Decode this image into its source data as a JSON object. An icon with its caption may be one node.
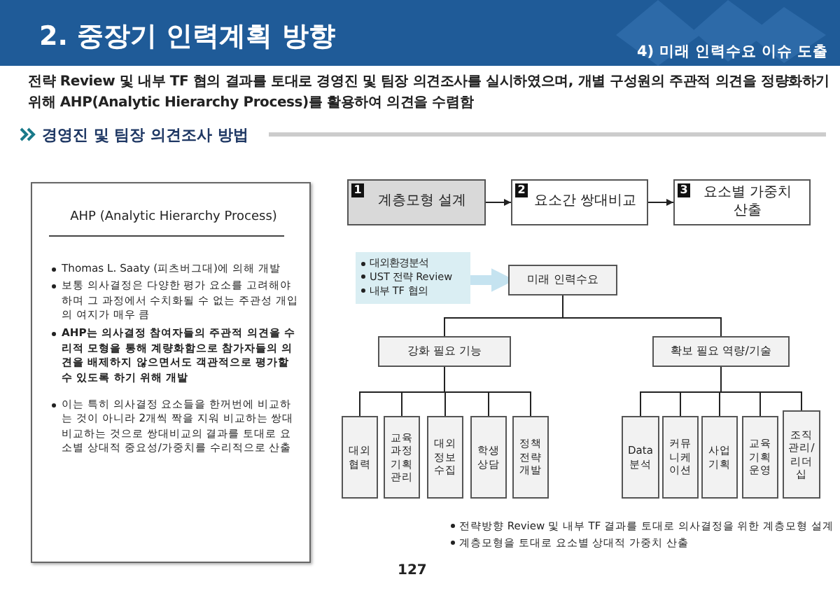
{
  "diagram": {
    "title": "2. 중장기 인력계획 방향",
    "nodes": [
      {
        "text": [
          "AHP (Analytic Hierarchy Process)",
          "Thomas L. Saaty (피츠버그대)에 의해 개발",
          "보통 의사결정은 다양한 평가 요소를 고려해야 하며 그 과정에서 수치화될 수 없는 주관성 개입의 여지가 매우 큼",
          "AHP는 의사결정 참여자들의 주관적 의견을 수리적 모형을 통해 계량화함으로 참가자들의 의견을 배제하지 않으면서도 객관적으로 평가할 수 있도록 하기 위해 개발",
          "이는 특히 의사결정 요소들을 한꺼번에 비교하는 것이 아니라 2개씩 짝을 지워 비교하는 쌍대비교하는 것으로 쌍대비교의 결과를 토대로 요소별 상대적 중요성/가중치를 수리적으로 산출"
        ]
      },
      {
        "text": [
          "1",
          "계층모형 설계"
        ]
      },
      {
        "text": [
          "2",
          "요소간 쌍대비교"
        ]
      },
      {
        "text": [
          "3",
          "요소별 가중치 산출"
        ]
      },
      {
        "text": [
          "대외환경분석",
          "UST 전략 Review",
          "내부 TF 협의"
        ]
      },
      {
        "text": [
          "미래 인력수요"
        ]
      },
      {
        "text": [
          "강화 필요 기능"
        ]
      },
      {
        "text": [
          "확보 필요 역량/기술"
        ]
      },
      {
        "text": [
          "대외협력"
        ]
      },
      {
        "text": [
          "교육과정기획관리"
        ]
      },
      {
        "text": [
          "대외정보수집"
        ]
      },
      {
        "text": [
          "학생상담"
        ]
      },
      {
        "text": [
          "정책전략개발"
        ]
      },
      {
        "text": [
          "Data 분석"
        ]
      },
      {
        "text": [
          "커뮤니케이션"
        ]
      },
      {
        "text": [
          "사업기획"
        ]
      },
      {
        "text": [
          "교육기획운영"
        ]
      },
      {
        "text": [
          "조직관리/리더십"
        ]
      }
    ],
    "edges": [
      {
        "from": 1,
        "to": 2,
        "arrow": "to"
      },
      {
        "from": 2,
        "to": 3,
        "arrow": "to"
      },
      {
        "from": 4,
        "to": 5,
        "arrow": "to",
        "style": "thick",
        "color": "#c5e3f0"
      },
      {
        "from": 5,
        "to": 6,
        "arrow": "none"
      },
      {
        "from": 5,
        "to": 7,
        "arrow": "none"
      },
      {
        "from": 6,
        "to": 8,
        "arrow": "none"
      },
      {
        "from": 6,
        "to": 9,
        "arrow": "none"
      },
      {
        "from": 6,
        "to": 10,
        "arrow": "none"
      },
      {
        "from": 6,
        "to": 11,
        "arrow": "none"
      },
      {
        "from": 6,
        "to": 12,
        "arrow": "none"
      },
      {
        "from": 7,
        "to": 13,
        "arrow": "none"
      },
      {
        "from": 7,
        "to": 14,
        "arrow": "none"
      },
      {
        "from": 7,
        "to": 15,
        "arrow": "none"
      },
      {
        "from": 7,
        "to": 16,
        "arrow": "none"
      },
      {
        "from": 7,
        "to": 17,
        "arrow": "none"
      }
    ],
    "labels": [
      "4) 미래 인력수요 이슈 도출",
      "전략 Review 및 내부 TF 협의 결과를 토대로 경영진 및 팀장 의견조사를 실시하였으며, 개별 구성원의 주관적 의견을 정량화하기 위해 AHP(Analytic Hierarchy Process)를 활용하여 의견을 수렴함",
      "경영진 및 팀장 의견조사 방법",
      "전략방향 Review 및 내부 TF 결과를 토대로 의사결정을 위한 계층모형 설계",
      "계층모형을 토대로 요소별 상대적 가중치 산출",
      "127"
    ]
  }
}
